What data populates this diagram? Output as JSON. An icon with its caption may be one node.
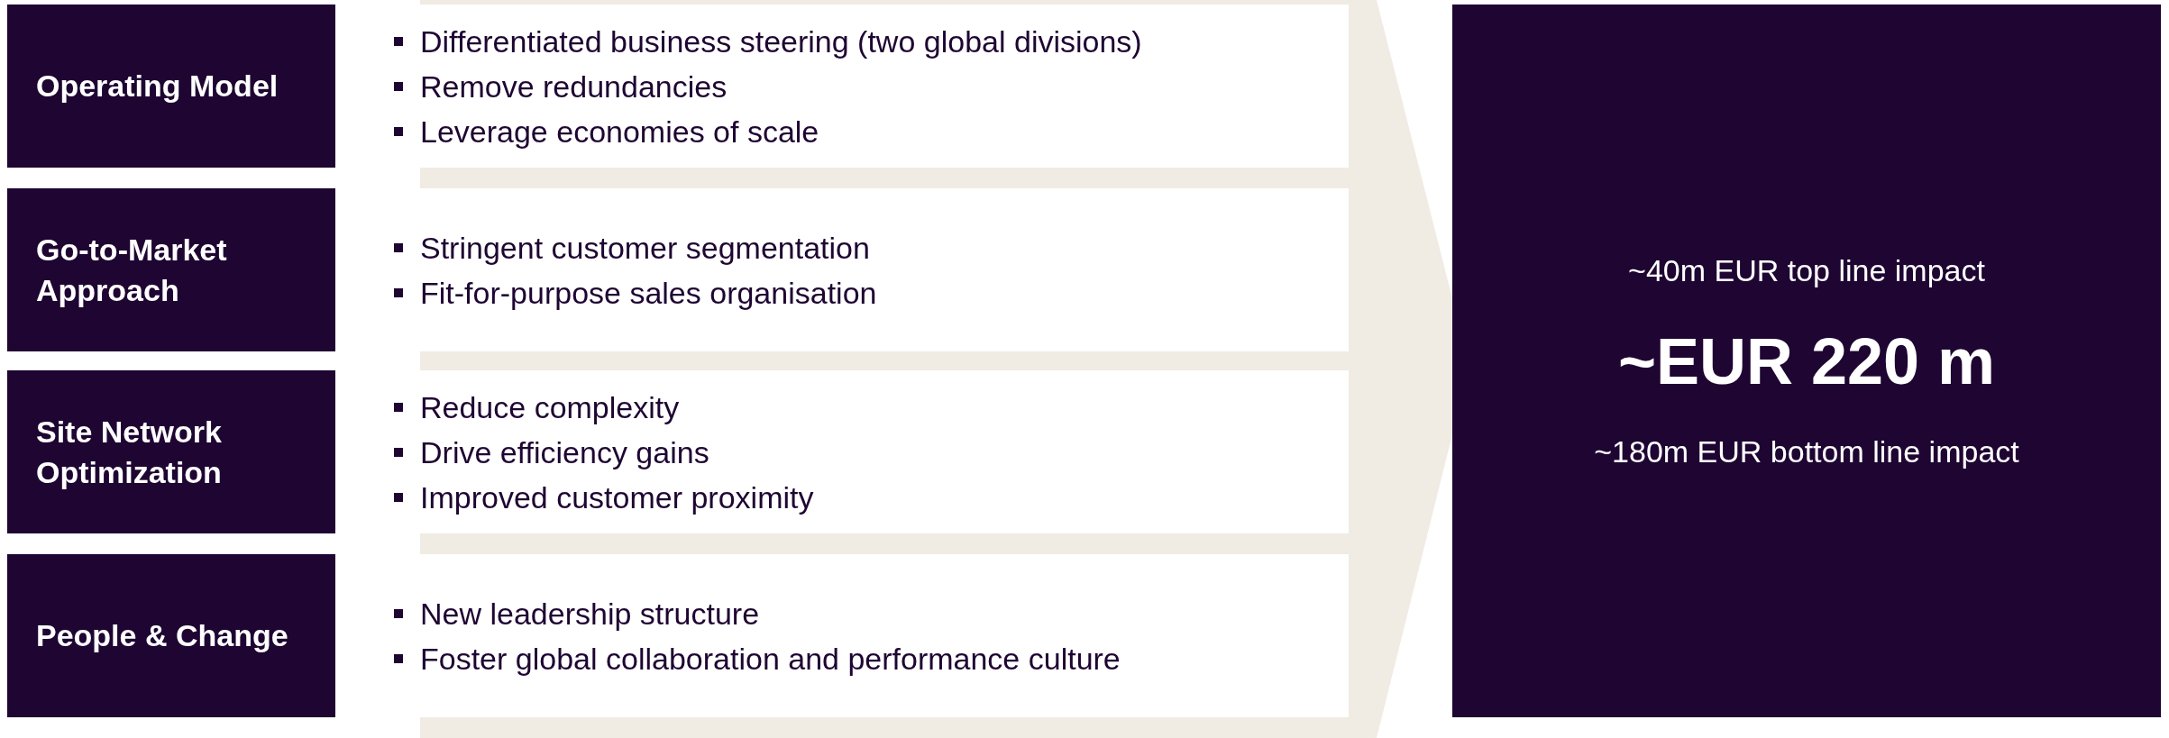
{
  "diagram": {
    "nodes": [
      {
        "text": [
          "Operating Model"
        ]
      },
      {
        "text": [
          "Go-to-Market Approach"
        ]
      },
      {
        "text": [
          "Site Network Optimization"
        ]
      },
      {
        "text": [
          "People & Change"
        ]
      },
      {
        "text": [
          "Differentiated business steering (two global divisions)",
          "Remove redundancies",
          "Leverage economies of scale"
        ]
      },
      {
        "text": [
          "Stringent customer segmentation",
          "Fit-for-purpose sales organisation"
        ]
      },
      {
        "text": [
          "Reduce complexity",
          "Drive efficiency gains",
          "Improved customer proximity"
        ]
      },
      {
        "text": [
          "New leadership structure",
          "Foster global collaboration and performance culture"
        ]
      },
      {
        "text": [
          "~40m EUR top line impact",
          "~EUR 220 m",
          "~180m EUR bottom line impact"
        ]
      }
    ]
  }
}
